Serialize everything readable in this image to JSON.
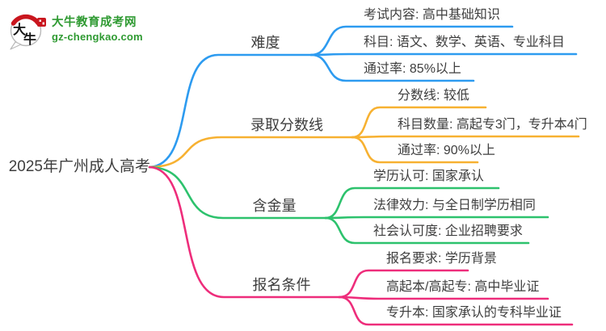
{
  "brand": {
    "name": "大牛教育成考网",
    "domain": "gz-chengkao.com",
    "logo_char_top": "大",
    "logo_char_bottom": "牛",
    "logo_red": "#c9161e",
    "brand_green": "#2f9a32"
  },
  "mindmap": {
    "root": "2025年广州成人高考",
    "text_color": "#3e3e3e",
    "branches": [
      {
        "label": "难度",
        "color": "#2d9bf0",
        "children": [
          "考试内容: 高中基础知识",
          "科目: 语文、数学、英语、专业科目",
          "通过率: 85%以上"
        ]
      },
      {
        "label": "录取分数线",
        "color": "#f7b131",
        "children": [
          "分数线: 较低",
          "科目数量: 高起专3门，专升本4门",
          "通过率: 90%以上"
        ]
      },
      {
        "label": "含金量",
        "color": "#2dc26d",
        "children": [
          "学历认可: 国家承认",
          "法律效力: 与全日制学历相同",
          "社会认可度: 企业招聘要求"
        ]
      },
      {
        "label": "报名条件",
        "color": "#ee2d7b",
        "children": [
          "报名要求: 学历背景",
          "高起本/高起专: 高中毕业证",
          "专升本: 国家承认的专科毕业证"
        ]
      }
    ]
  }
}
